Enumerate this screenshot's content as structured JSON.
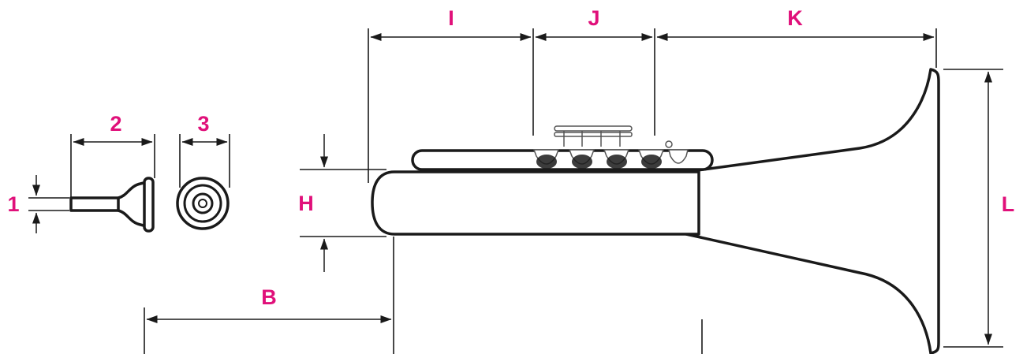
{
  "colors": {
    "label": "#e0107a",
    "line": "#1a1a1a",
    "valves": "#555555"
  },
  "labels": {
    "mouthpiece_shank": "1",
    "mouthpiece_length": "2",
    "mouthpiece_rim": "3",
    "lead_offset": "B",
    "body_height": "H",
    "leadpipe_section": "I",
    "valve_section": "J",
    "bell_section": "K",
    "bell_diameter": "L"
  }
}
